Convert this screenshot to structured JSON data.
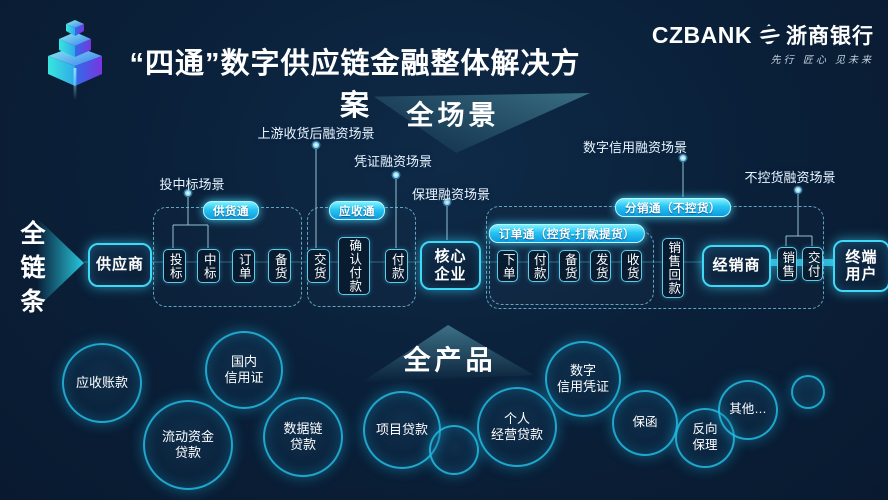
{
  "header": {
    "title": "“四通”数字供应链金融整体解决方案",
    "bank_latin": "CZBANK",
    "bank_cn": "浙商银行",
    "bank_tagline": "先行 匠心 见未来"
  },
  "banners": {
    "scenario": "全场景",
    "product": "全产品",
    "chain": "全链条"
  },
  "scenarios": [
    "投中标场景",
    "上游收货后融资场景",
    "凭证融资场景",
    "保理融资场景",
    "数字信用融资场景",
    "不控货融资场景"
  ],
  "nodes": {
    "supplier": "供应商",
    "core": "核心\n企业",
    "distributor": "经销商",
    "end_user": "终端\n用户"
  },
  "pills": {
    "supply": "供货通",
    "receivable": "应收通",
    "order": "订单通（控货-打款提货）",
    "distribution": "分销通（不控货）"
  },
  "steps": {
    "supply": [
      "投标",
      "中标",
      "订单",
      "备货"
    ],
    "receivable": [
      "交货",
      "确认付款",
      "付款"
    ],
    "order": [
      "下单",
      "付款",
      "备货",
      "发货",
      "收货"
    ],
    "distribution_extra": "销售回款",
    "tail": [
      "销售",
      "交付"
    ]
  },
  "products": [
    "应收账款",
    "流动资金\n贷款",
    "国内\n信用证",
    "数据链\n贷款",
    "项目贷款",
    "个人\n经营贷款",
    "数字\n信用凭证",
    "保函",
    "反向\n保理",
    "其他…"
  ],
  "colors": {
    "accent_cyan": "#3fd9f7",
    "pill_blue": "#14a6e8",
    "background": "#0a1e36"
  }
}
